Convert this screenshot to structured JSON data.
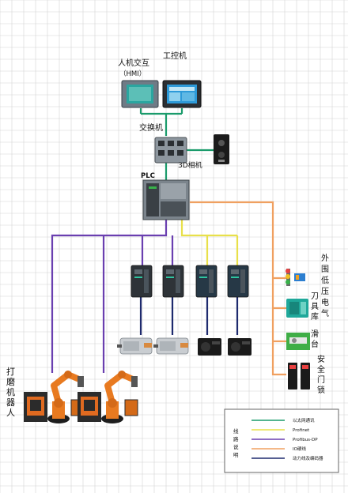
{
  "labels": {
    "hmi_line1": "人机交互",
    "hmi_line2": "（HMI）",
    "ipc": "工控机",
    "switch": "交换机",
    "camera": "3D相机",
    "plc": "PLC",
    "robot_v": "打磨机器人",
    "light_v": "外围低压电气",
    "toolmag_v": "刀具库",
    "slide_v": "滑台",
    "door_v": "安全门锁"
  },
  "legend": {
    "title_v": "线路说明",
    "items": [
      {
        "label": "以太网通讯",
        "color": "#1a9b6b"
      },
      {
        "label": "Profinet",
        "color": "#e8e04a"
      },
      {
        "label": "Profibus-DP",
        "color": "#6a3fb0"
      },
      {
        "label": "IO硬线",
        "color": "#f0a060"
      },
      {
        "label": "动力线及编码器",
        "color": "#1e2a6e"
      }
    ]
  },
  "colors": {
    "ethernet": "#1a9b6b",
    "profinet": "#e8e04a",
    "profibus": "#6a3fb0",
    "io": "#f0a060",
    "power": "#1e2a6e",
    "grid": "#d4d4d4"
  }
}
